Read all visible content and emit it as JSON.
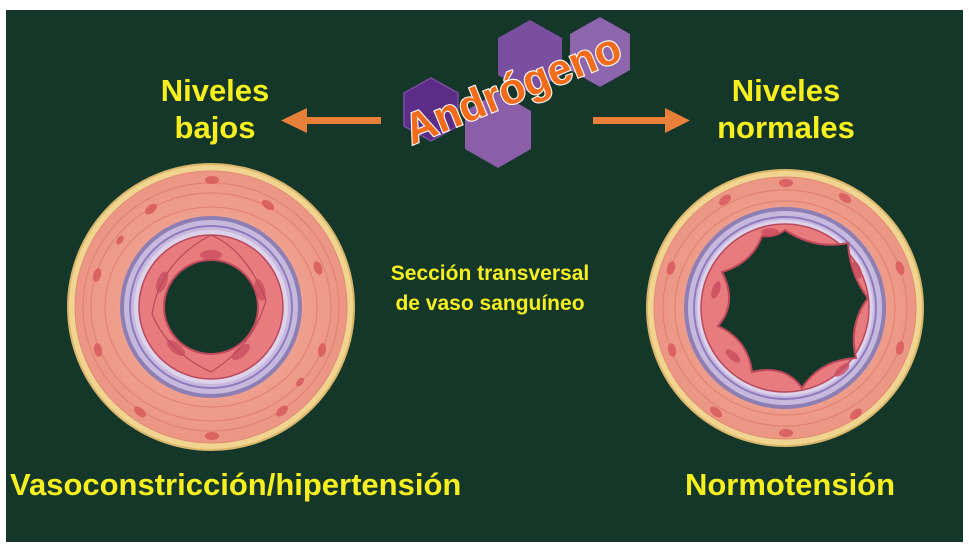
{
  "labels": {
    "center_title": "Andrógeno",
    "left_level": [
      "Niveles",
      "bajos"
    ],
    "right_level": [
      "Niveles",
      "normales"
    ],
    "middle_caption": [
      "Sección transversal",
      "de vaso sanguíneo"
    ],
    "left_outcome": "Vasoconstricción/hipertensión",
    "right_outcome": "Normotensión"
  },
  "colors": {
    "background": "#14372a",
    "label_text": "#f7f01e",
    "title_text": "#f26c1c",
    "arrow": "#e8803a",
    "hexagon_dark": "#5b2d86",
    "hexagon_light": "#8a5fa8",
    "vessel_wall": "#ef9d8c",
    "vessel_rim": "#f0d48f",
    "elastic_lamina": "#b9a9d4",
    "endothelium": "#d9616a"
  },
  "icons": [
    "hexagon-ring-icon",
    "arrow-left-icon",
    "arrow-right-icon"
  ]
}
